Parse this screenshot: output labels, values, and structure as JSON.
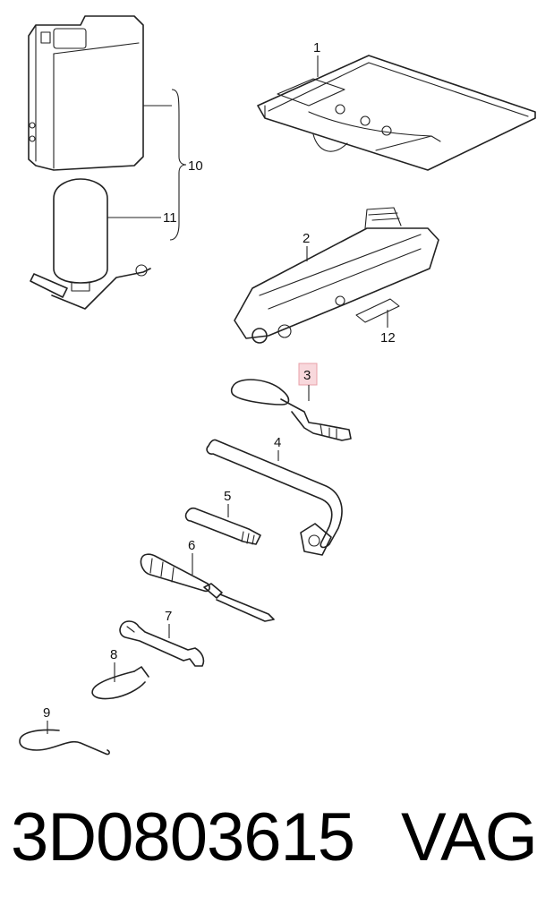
{
  "callouts": [
    {
      "id": "1",
      "label": "1"
    },
    {
      "id": "2",
      "label": "2"
    },
    {
      "id": "3",
      "label": "3"
    },
    {
      "id": "4",
      "label": "4"
    },
    {
      "id": "5",
      "label": "5"
    },
    {
      "id": "6",
      "label": "6"
    },
    {
      "id": "7",
      "label": "7"
    },
    {
      "id": "8",
      "label": "8"
    },
    {
      "id": "9",
      "label": "9"
    },
    {
      "id": "10",
      "label": "10"
    },
    {
      "id": "11",
      "label": "11"
    },
    {
      "id": "12",
      "label": "12"
    }
  ],
  "highlighted_callout": "3",
  "highlight_color": "#e8a0a8",
  "footer": {
    "part_number": "3D0803615",
    "brand": "VAG"
  }
}
